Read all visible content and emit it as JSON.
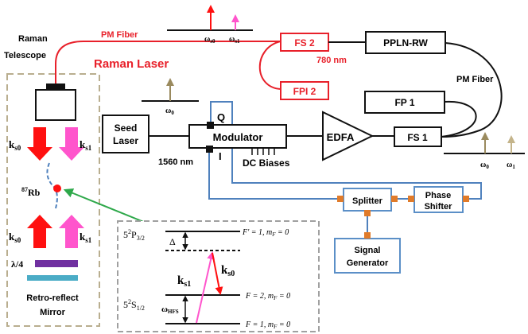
{
  "colors": {
    "fiber_red": "#e8202a",
    "cable_blue": "#4f81bd",
    "connector_orange": "#e07b2a",
    "box_blue": "#5b8fc7",
    "dashed_tan": "#b9ae8f",
    "dashed_gray": "#a0a0a0",
    "arrow_red": "#ff1010",
    "arrow_magenta": "#ff55cc",
    "arrow_olive": "#9a8a5e",
    "arrow_tan": "#c4b48a",
    "bar_purple": "#7030a0",
    "bar_teal": "#4bacc6",
    "atom_red": "#ff1010",
    "pointer_green": "#2ea84a",
    "dark": "#111111"
  },
  "labels": {
    "pm_fiber_top": "PM Fiber",
    "raman_telescope_line1": "Raman",
    "raman_telescope_line2": "Telescope",
    "raman_laser": "Raman Laser",
    "fs2": "FS 2",
    "pplnrw": "PPLN-RW",
    "nm780": "780 nm",
    "fpi2": "FPI 2",
    "fp1": "FP 1",
    "pm_fiber_right": "PM Fiber",
    "seed_laser_line1": "Seed",
    "seed_laser_line2": "Laser",
    "modulator": "Modulator",
    "q_port": "Q",
    "i_port": "I",
    "nm1560": "1560 nm",
    "dc_biases": "DC Biases",
    "edfa": "EDFA",
    "fs1": "FS 1",
    "splitter": "Splitter",
    "phase_shifter_line1": "Phase",
    "phase_shifter_line2": "Shifter",
    "signal_generator_line1": "Signal",
    "signal_generator_line2": "Generator",
    "k": "k",
    "sub_s0": "s0",
    "sub_s1": "s1",
    "rb_sup": "87",
    "rb": "Rb",
    "lambda4": "λ/4",
    "retro_line1": "Retro-reflect",
    "retro_line2": "Mirror",
    "omega": "ω",
    "sub_0": "0",
    "sub_1": "1",
    "level_p32_pre": "5",
    "level_p32_sup": "2",
    "level_p32_main": "P",
    "level_p32_sub": "3/2",
    "level_s12_pre": "5",
    "level_s12_sup": "2",
    "level_s12_main": "S",
    "level_s12_sub": "1/2",
    "delta": "Δ",
    "omega_hfs_sub": "HFS",
    "f_prime_1": "F′ = 1, m",
    "f_2": "F = 2, m",
    "f_1": "F = 1, m",
    "m_sub": "F",
    "eq_zero": " = 0"
  }
}
